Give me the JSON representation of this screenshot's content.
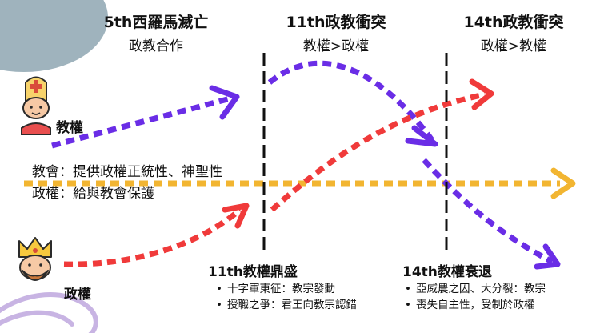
{
  "periods": {
    "p5": {
      "title": "5th西羅馬滅亡",
      "subtitle": "政教合作"
    },
    "p11": {
      "title": "11th政教衝突",
      "subtitle": "教權>政權"
    },
    "p14": {
      "title": "14th政教衝突",
      "subtitle": "政權>教權"
    }
  },
  "actors": {
    "church": {
      "label": "教權",
      "icon": "pope-icon",
      "line_color": "#6a2de6"
    },
    "state": {
      "label": "政權",
      "icon": "king-icon",
      "line_color": "#f03a3a"
    }
  },
  "relation_notes": [
    "教會：提供政權正統性、神聖性",
    "政權：給與教會保護"
  ],
  "baseline_color": "#f2b531",
  "peak": {
    "title": "11th教權鼎盛",
    "bullets": [
      "十字軍東征：教宗發動",
      "授職之爭：君王向教宗認錯"
    ]
  },
  "decline": {
    "title": "14th教權衰退",
    "bullets": [
      "亞威農之囚、大分裂：教宗",
      "喪失自主性，受制於政權"
    ]
  }
}
